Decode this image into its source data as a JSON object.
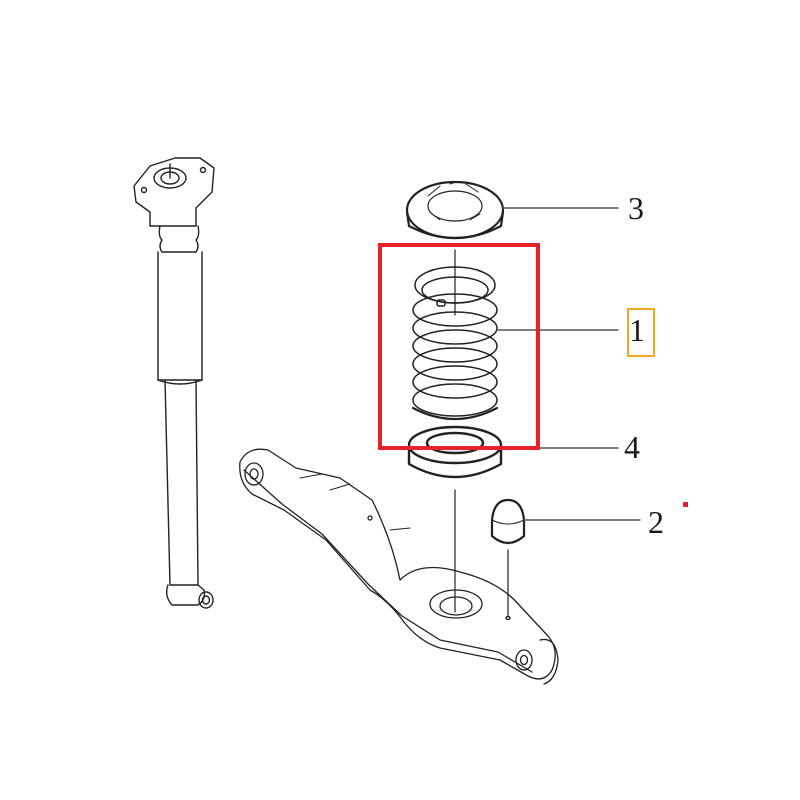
{
  "diagram": {
    "type": "exploded-parts-diagram",
    "subject": "rear suspension assembly",
    "parts": [
      {
        "callout": "3",
        "name": "upper spring seat / insulator"
      },
      {
        "callout": "1",
        "name": "coil spring"
      },
      {
        "callout": "4",
        "name": "lower spring seat / insulator"
      },
      {
        "callout": "2",
        "name": "bump stop"
      }
    ],
    "other_components": [
      "shock absorber with top mount",
      "lower control arm"
    ],
    "highlight": {
      "target_callout": "1",
      "color": "#e8202a"
    },
    "label_highlight": {
      "callout": "1",
      "color": "#f5a623"
    },
    "marker": {
      "color": "#e8202a"
    }
  },
  "callouts": {
    "c3": "3",
    "c1": "1",
    "c4": "4",
    "c2": "2"
  }
}
